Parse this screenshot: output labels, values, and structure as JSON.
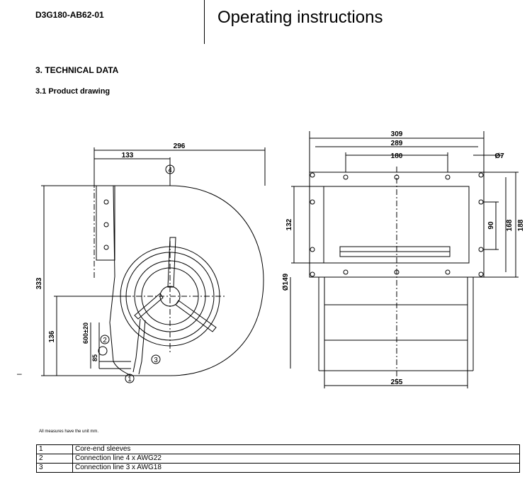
{
  "header": {
    "doc_code": "D3G180-AB62-01",
    "title": "Operating instructions"
  },
  "section_title": "3. TECHNICAL DATA",
  "subsection_title": "3.1 Product drawing",
  "dimensions": {
    "d296": "296",
    "d133": "133",
    "d333": "333",
    "d136": "136",
    "d600": "600±20",
    "d85": "85",
    "d309": "309",
    "d289": "289",
    "d180": "180",
    "d7": "Ø7",
    "d132": "132",
    "d90": "90",
    "d168": "168",
    "d188": "188",
    "d149": "Ø149",
    "d255": "255"
  },
  "callouts": {
    "c1": "1",
    "c2": "2",
    "c3": "3",
    "c4": "4"
  },
  "note": "All measures have the unit mm.",
  "dash": "–",
  "legend": [
    {
      "num": "1",
      "text": "Core-end sleeves"
    },
    {
      "num": "2",
      "text": "Connection line 4 x AWG22"
    },
    {
      "num": "3",
      "text": "Connection line 3 x AWG18"
    }
  ]
}
